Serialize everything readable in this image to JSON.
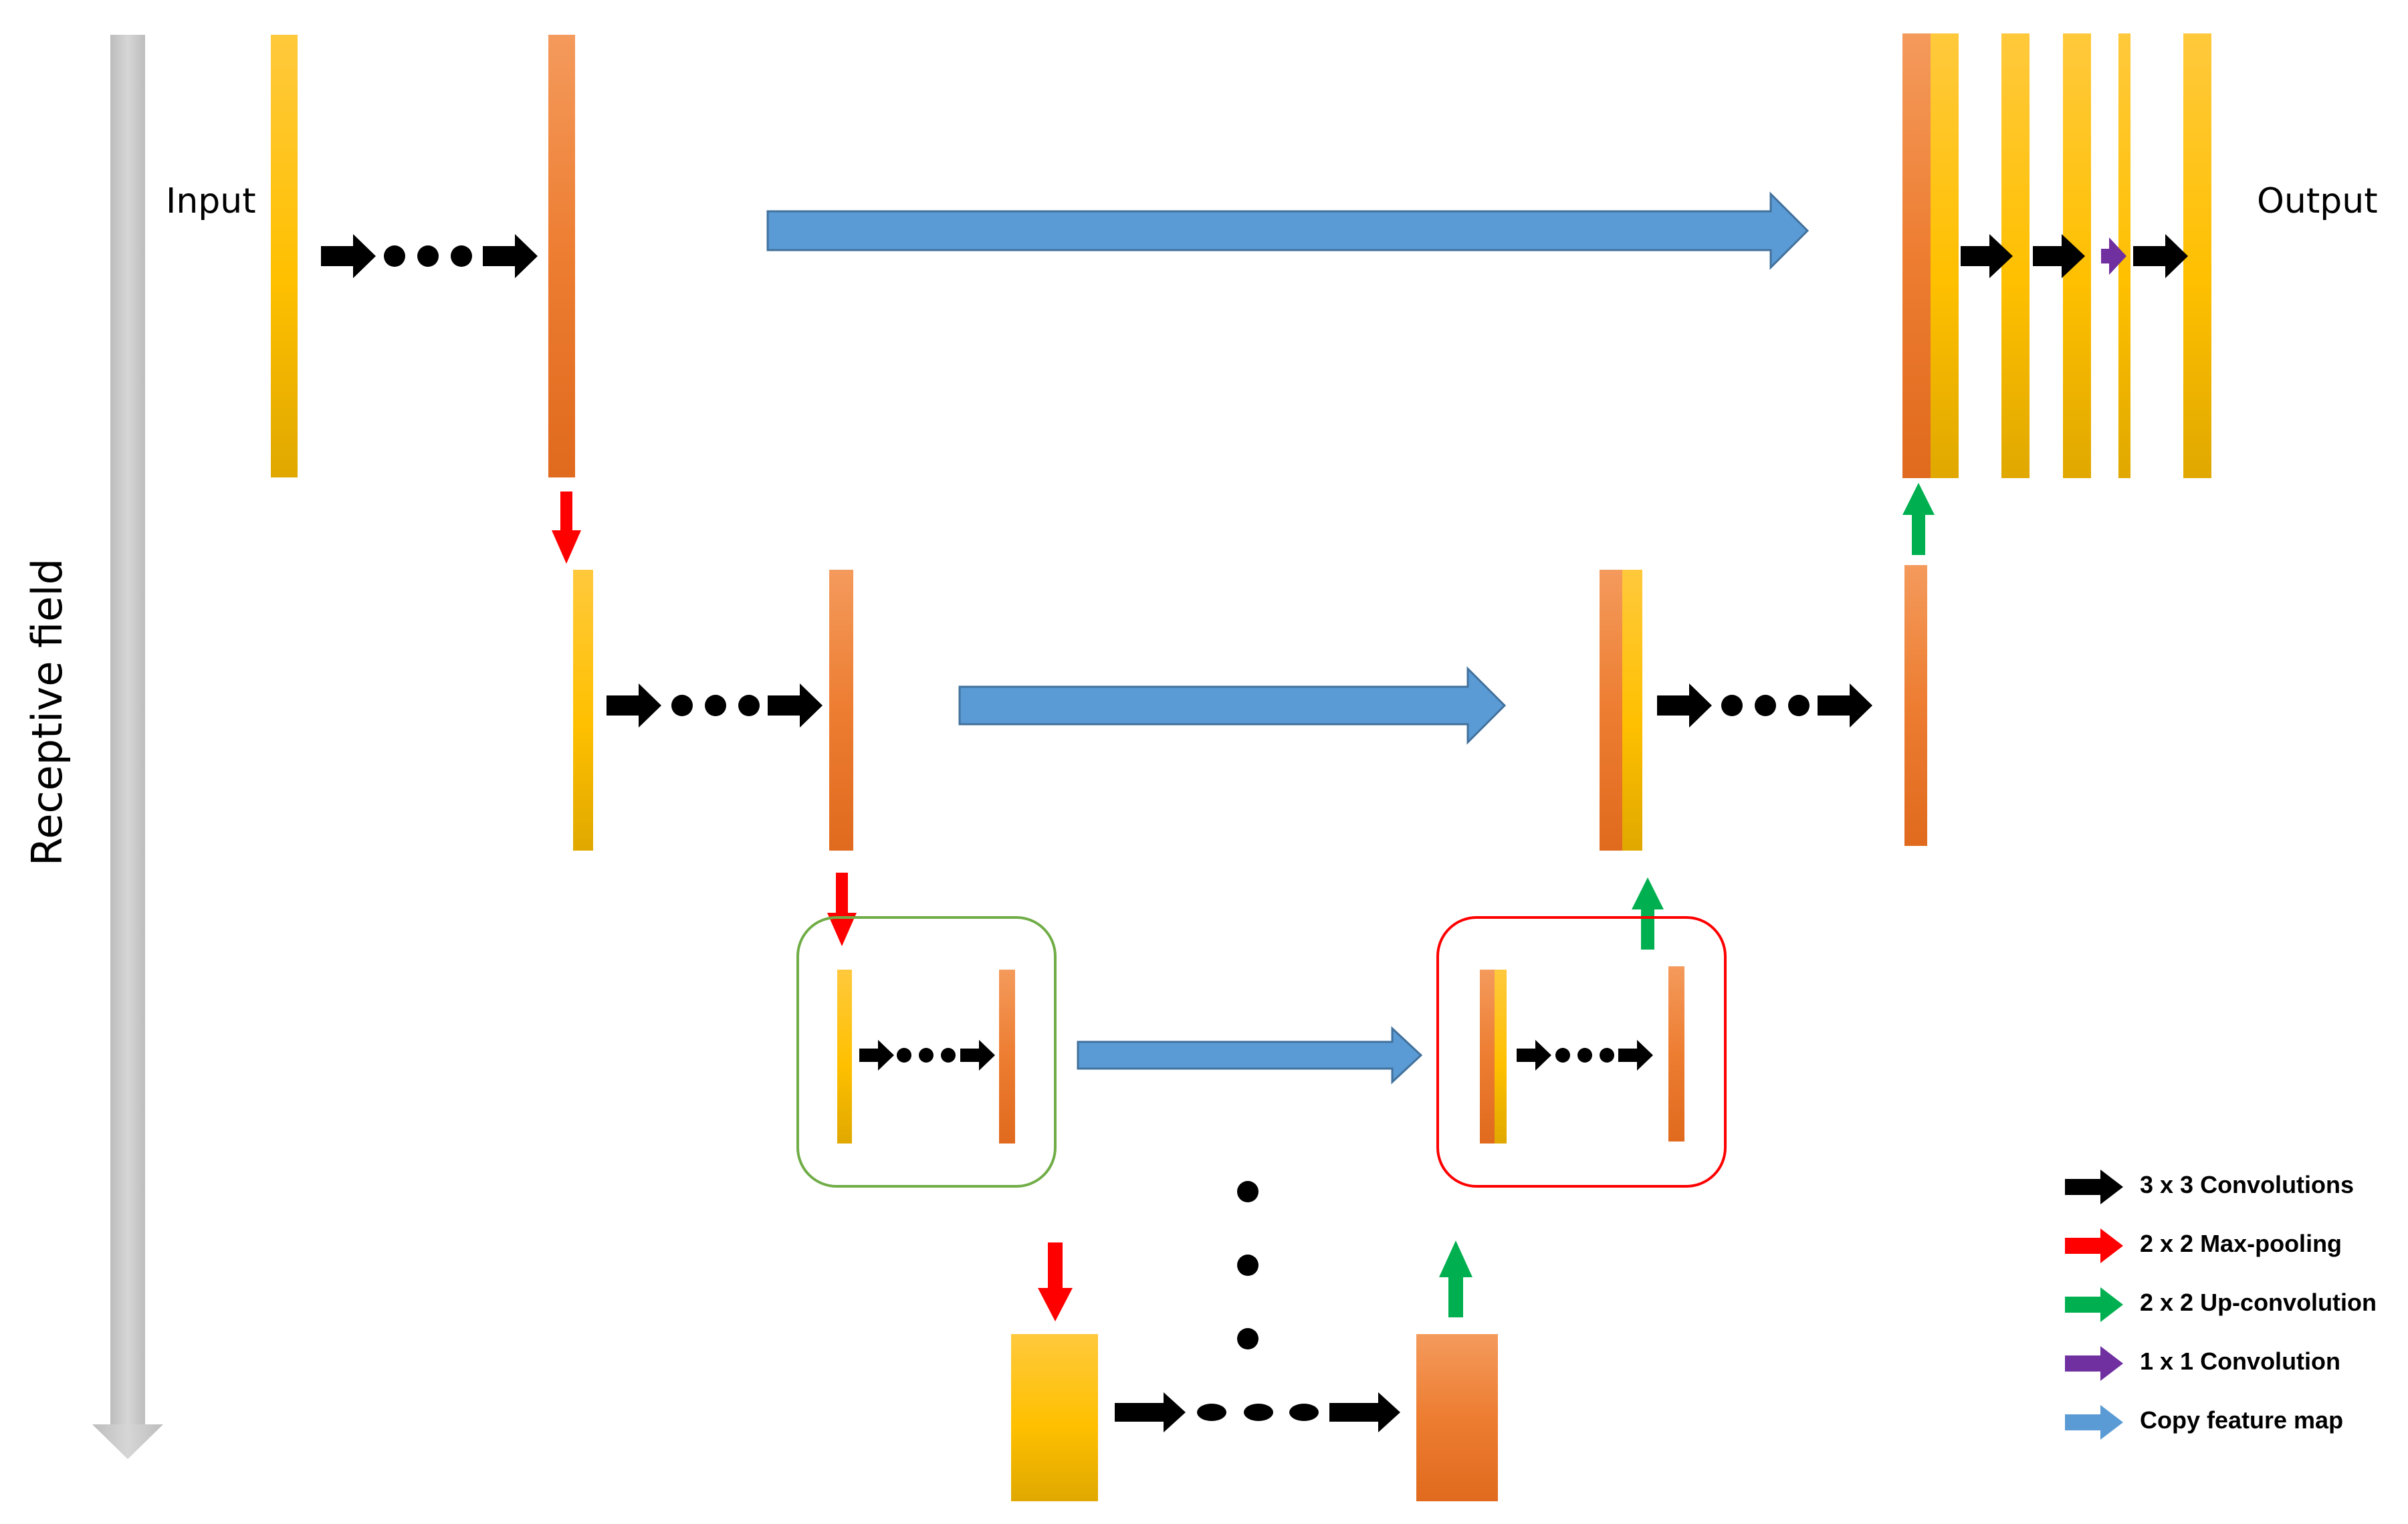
{
  "labels": {
    "input": "Input",
    "output": "Output",
    "receptive_field": "Receptive field"
  },
  "legend": [
    {
      "key": "conv3",
      "label": "3 x 3 Convolutions",
      "color": "#000000"
    },
    {
      "key": "pool",
      "label": "2 x 2 Max-pooling",
      "color": "#FF0000"
    },
    {
      "key": "upconv",
      "label": "2 x 2 Up-convolution",
      "color": "#00B050"
    },
    {
      "key": "conv1",
      "label": "1 x 1 Convolution",
      "color": "#7030A0"
    },
    {
      "key": "copy",
      "label": "Copy feature map",
      "color": "#5B9BD5"
    }
  ],
  "colors": {
    "encoder_block": "#FFC000",
    "decoder_block": "#ED7D31",
    "copy_arrow": "#5B9BD5",
    "pool_arrow": "#FF0000",
    "upconv_arrow": "#00B050",
    "conv1_arrow": "#7030A0",
    "conv3_arrow": "#000000",
    "encoder_box": "#70AD47",
    "decoder_box": "#FF0000",
    "receptive_arrow": "#C8C8C8"
  }
}
